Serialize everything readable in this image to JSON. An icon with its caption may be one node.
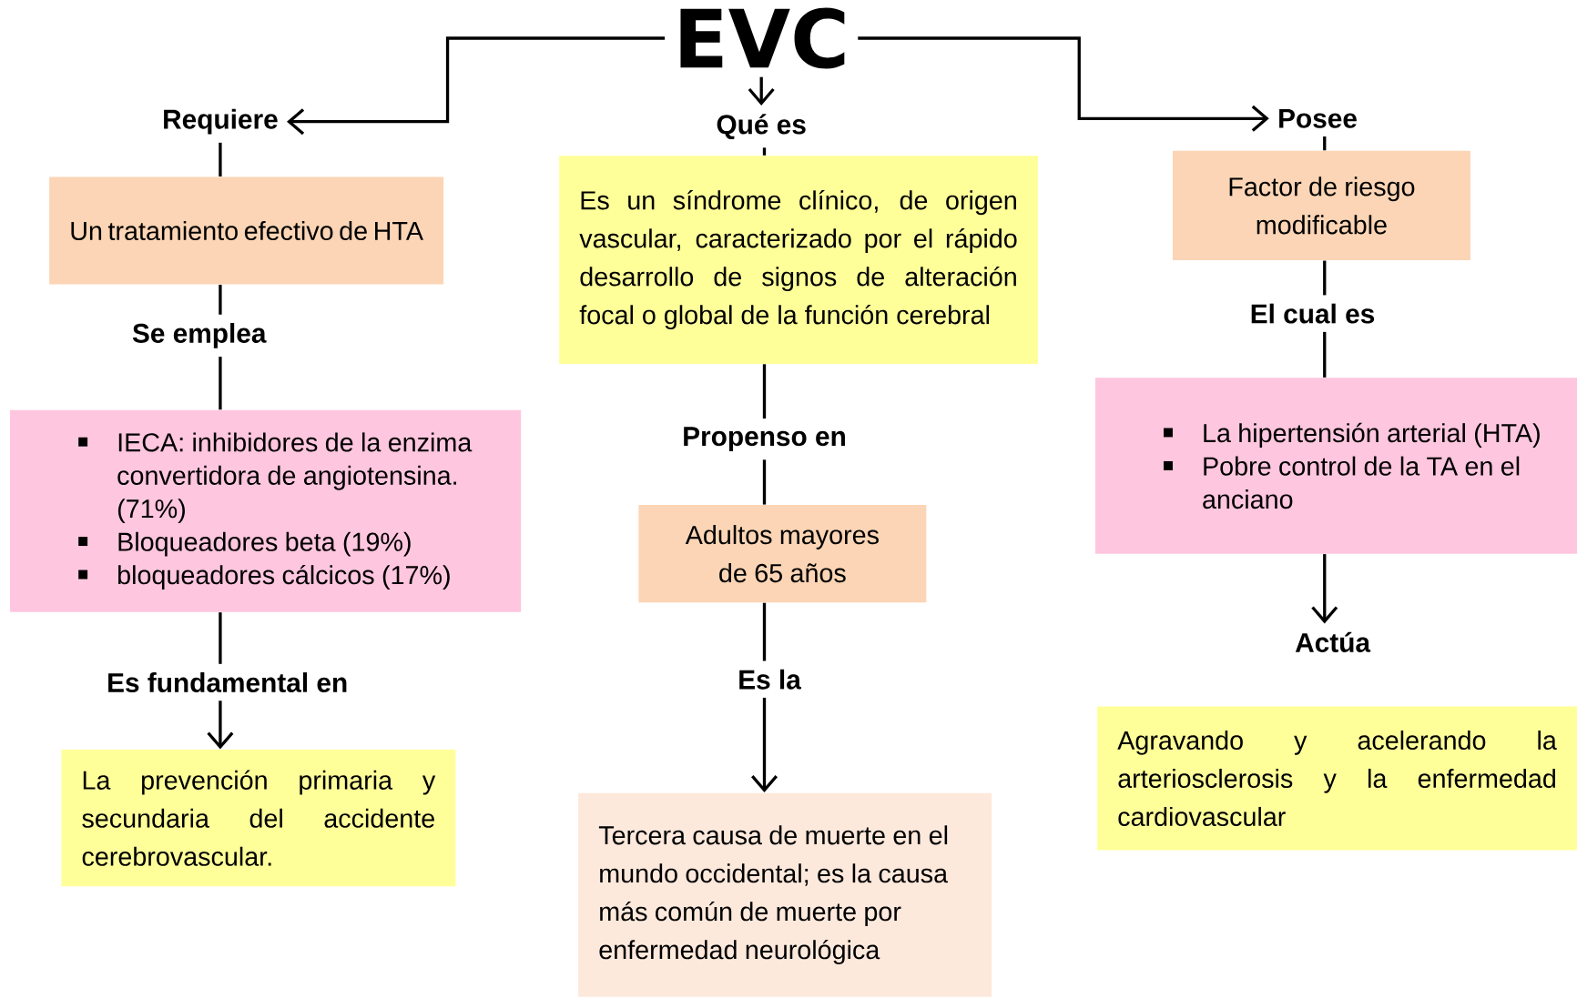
{
  "diagram": {
    "nodes": [
      {
        "text": [
          "EVC"
        ]
      },
      {
        "text": [
          "Requiere"
        ]
      },
      {
        "text": [
          "Un tratamiento efectivo de HTA"
        ]
      },
      {
        "text": [
          "Se emplea"
        ]
      },
      {
        "text": [
          "IECA: inhibidores de la enzima convertidora de angiotensina. (71%)",
          "Bloqueadores beta (19%)",
          "bloqueadores cálcicos (17%)"
        ]
      },
      {
        "text": [
          "Es fundamental en"
        ]
      },
      {
        "text": [
          "La prevención primaria y secundaria del accidente cerebrovascular."
        ]
      },
      {
        "text": [
          "Qué es"
        ]
      },
      {
        "text": [
          "Es un síndrome clínico, de origen vascular, caracterizado por el rápido desarrollo de signos de alteración focal o global de la función cerebral"
        ]
      },
      {
        "text": [
          "Propenso en"
        ]
      },
      {
        "text": [
          "Adultos mayores de 65 años"
        ]
      },
      {
        "text": [
          "Es la"
        ]
      },
      {
        "text": [
          "Tercera causa de muerte en el mundo occidental; es la causa más común de muerte por enfermedad neurológica"
        ]
      },
      {
        "text": [
          "Posee"
        ]
      },
      {
        "text": [
          "Factor de riesgo modificable"
        ]
      },
      {
        "text": [
          "El cual es"
        ]
      },
      {
        "text": [
          "La hipertensión arterial (HTA)",
          "Pobre control de la TA en el anciano"
        ]
      },
      {
        "text": [
          "Actúa"
        ]
      },
      {
        "text": [
          "Agravando y acelerando la arteriosclerosis y la enfermedad cardiovascular"
        ]
      }
    ],
    "edges": [
      {
        "from": 0,
        "to": 1,
        "arrow": "to"
      },
      {
        "from": 1,
        "to": 2,
        "arrow": "none"
      },
      {
        "from": 2,
        "to": 3,
        "arrow": "none"
      },
      {
        "from": 3,
        "to": 4,
        "arrow": "none"
      },
      {
        "from": 4,
        "to": 5,
        "arrow": "none"
      },
      {
        "from": 5,
        "to": 6,
        "arrow": "to"
      },
      {
        "from": 0,
        "to": 7,
        "arrow": "to"
      },
      {
        "from": 7,
        "to": 8,
        "arrow": "none"
      },
      {
        "from": 8,
        "to": 9,
        "arrow": "none"
      },
      {
        "from": 9,
        "to": 10,
        "arrow": "none"
      },
      {
        "from": 10,
        "to": 11,
        "arrow": "none"
      },
      {
        "from": 11,
        "to": 12,
        "arrow": "to"
      },
      {
        "from": 0,
        "to": 13,
        "arrow": "to"
      },
      {
        "from": 13,
        "to": 14,
        "arrow": "none"
      },
      {
        "from": 14,
        "to": 15,
        "arrow": "none"
      },
      {
        "from": 15,
        "to": 16,
        "arrow": "none"
      },
      {
        "from": 16,
        "to": 17,
        "arrow": "to"
      }
    ]
  }
}
